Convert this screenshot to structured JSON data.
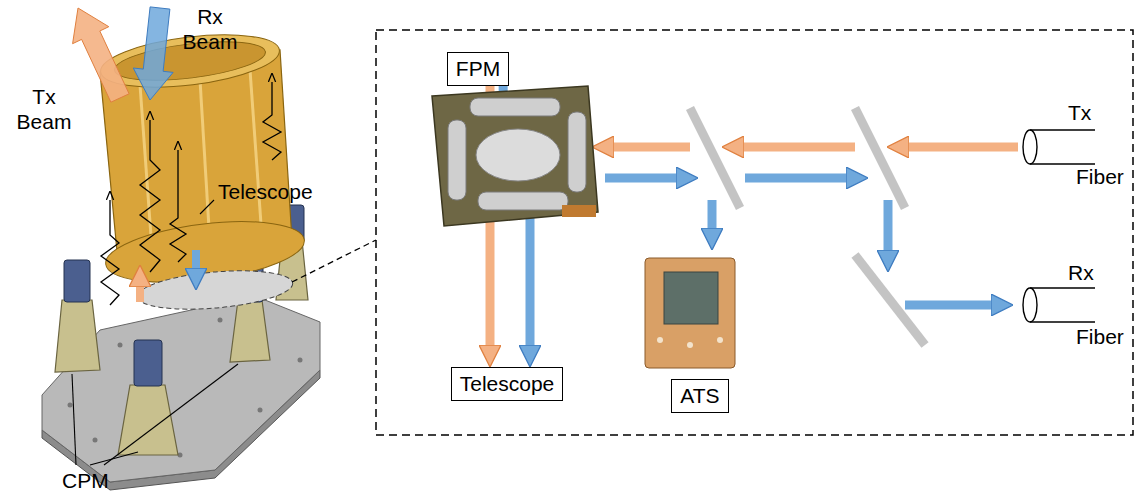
{
  "diagram": {
    "nodes": [
      {
        "text": [
          "FPM"
        ]
      },
      {
        "text": [
          "Telescope"
        ]
      },
      {
        "text": [
          "ATS"
        ]
      }
    ],
    "edges": [
      {
        "from": 0,
        "to": 1,
        "arrow": "to"
      },
      {
        "from": 0,
        "to": 1,
        "arrow": "to"
      }
    ],
    "labels": [
      "Tx Beam",
      "Rx Beam",
      "Telescope",
      "CPM",
      "Tx",
      "Fiber",
      "Rx",
      "Fiber"
    ]
  }
}
